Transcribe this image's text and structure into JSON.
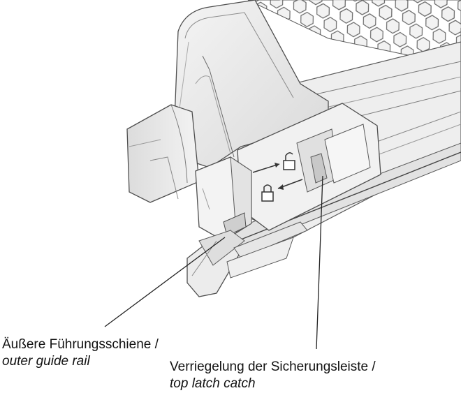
{
  "labels": {
    "outer_rail": {
      "german": "Äußere Führungsschiene /",
      "english": "outer guide rail"
    },
    "latch_catch": {
      "german": "Verriegelung der Sicherungsleiste /",
      "english": "top latch catch"
    }
  },
  "icons": {
    "unlock": "padlock-open-icon",
    "lock": "padlock-closed-icon"
  },
  "colors": {
    "line": "#333333",
    "housing": "#e9e9e9",
    "housing_dark": "#d6d6d6",
    "outline": "#5a5a5a"
  }
}
